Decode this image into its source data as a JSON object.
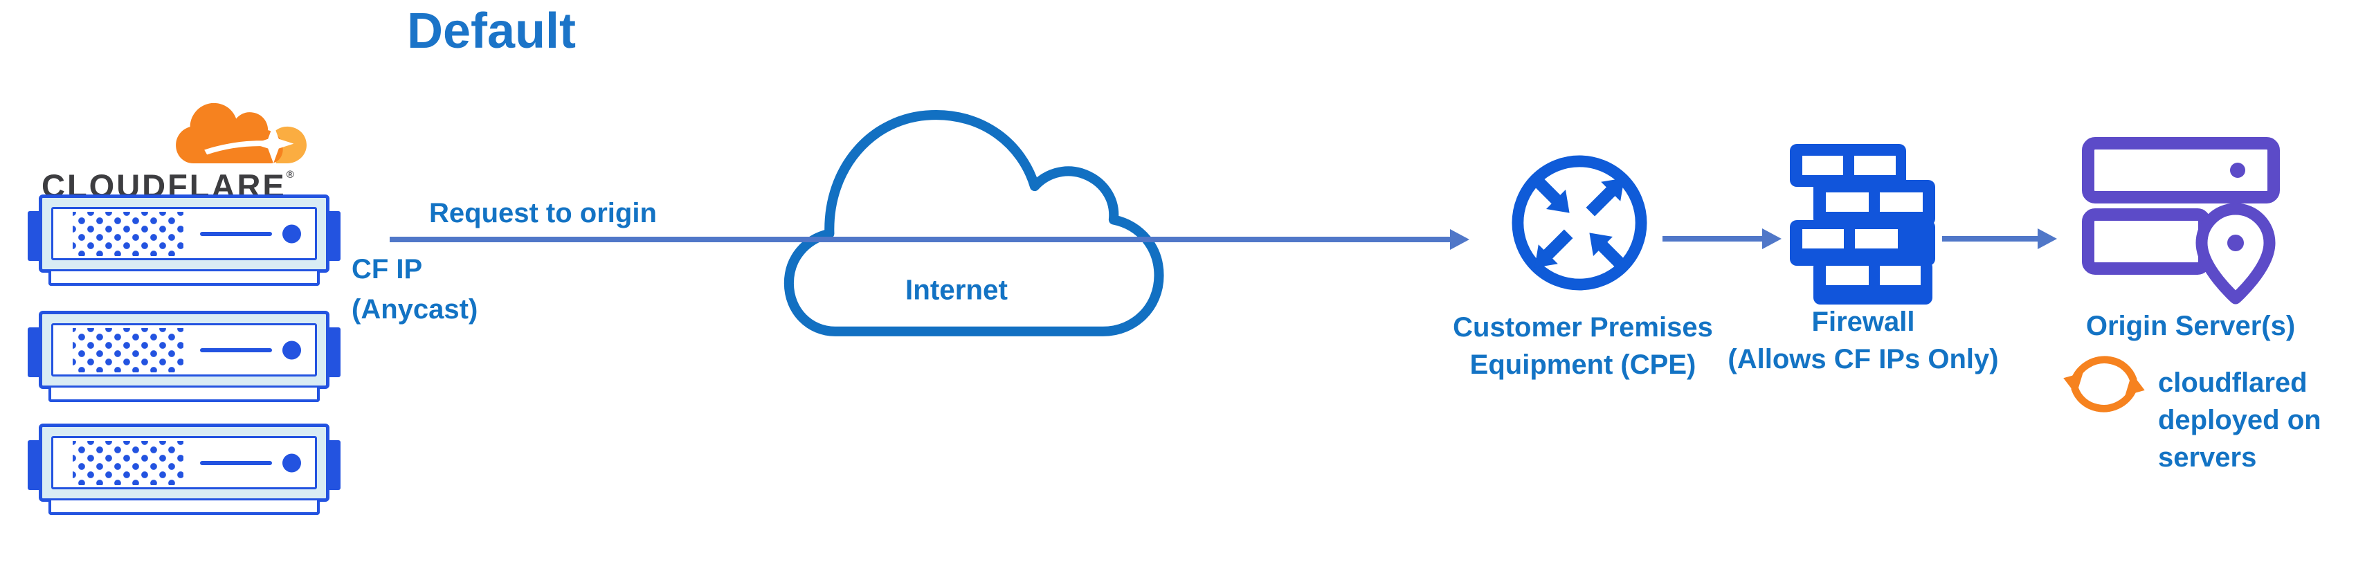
{
  "diagram": {
    "title": "Default"
  },
  "cloudflare": {
    "wordmark": "CLOUDFLARE",
    "registered": "®",
    "icon": "cloudflare-cloud-icon",
    "edge_server_count": 3
  },
  "flow": {
    "request_label": "Request to origin",
    "cf_ip_label": "CF IP\n(Anycast)",
    "internet_label": "Internet",
    "cpe_label": "Customer Premises\nEquipment (CPE)",
    "firewall_label": "Firewall\n(Allows CF IPs Only)",
    "origin_label": "Origin Server(s)",
    "origin_note": "cloudflared\ndeployed on\nservers"
  },
  "icons": {
    "internet": "internet-cloud-icon",
    "cpe": "router-arrows-icon",
    "firewall": "brick-wall-icon",
    "origin": "server-location-icon",
    "cloudflared": "sync-arrows-icon"
  },
  "colors": {
    "title_blue": "#1b74c8",
    "label_blue": "#1373c4",
    "arrow_blue": "#5077c8",
    "icon_blue": "#1155db",
    "server_blue": "#2353e0",
    "server_fill": "#d9ecf4",
    "cloud_stroke": "#1270c2",
    "cf_orange": "#f6821f",
    "cf_orange_light": "#fbad41",
    "origin_purple": "#5c4bc8",
    "wordmark_dark": "#3d3d40"
  }
}
